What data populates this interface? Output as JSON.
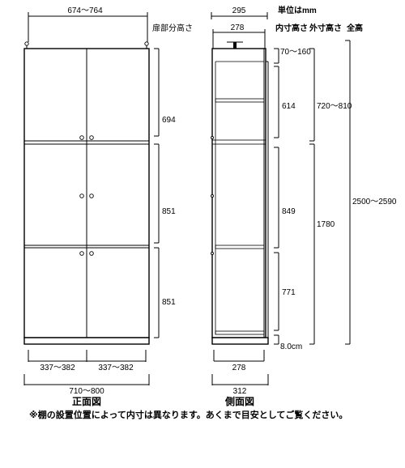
{
  "front": {
    "width_top": "674〜764",
    "door_section_label": "扉部分高さ",
    "door_heights": [
      "694",
      "851",
      "851"
    ],
    "door_width_left": "337〜382",
    "door_width_right": "337〜382",
    "width_total": "710〜800",
    "title": "正面図"
  },
  "side": {
    "unit_label": "単位はmm",
    "depth_outer": "295",
    "depth_inner_top": "278",
    "depth_inner_bottom": "278",
    "depth_base": "312",
    "col_inner": "内寸高さ",
    "col_outer": "外寸高さ",
    "col_total": "全高",
    "inner_heights": [
      "70〜160",
      "614",
      "849",
      "771",
      "8.0cm"
    ],
    "outer_heights": [
      "720〜810",
      "1780"
    ],
    "total_height": "2500〜2590",
    "title": "側面図"
  },
  "footnote": "※棚の設置位置によって内寸は異なります。あくまで目安としてご覧ください。"
}
